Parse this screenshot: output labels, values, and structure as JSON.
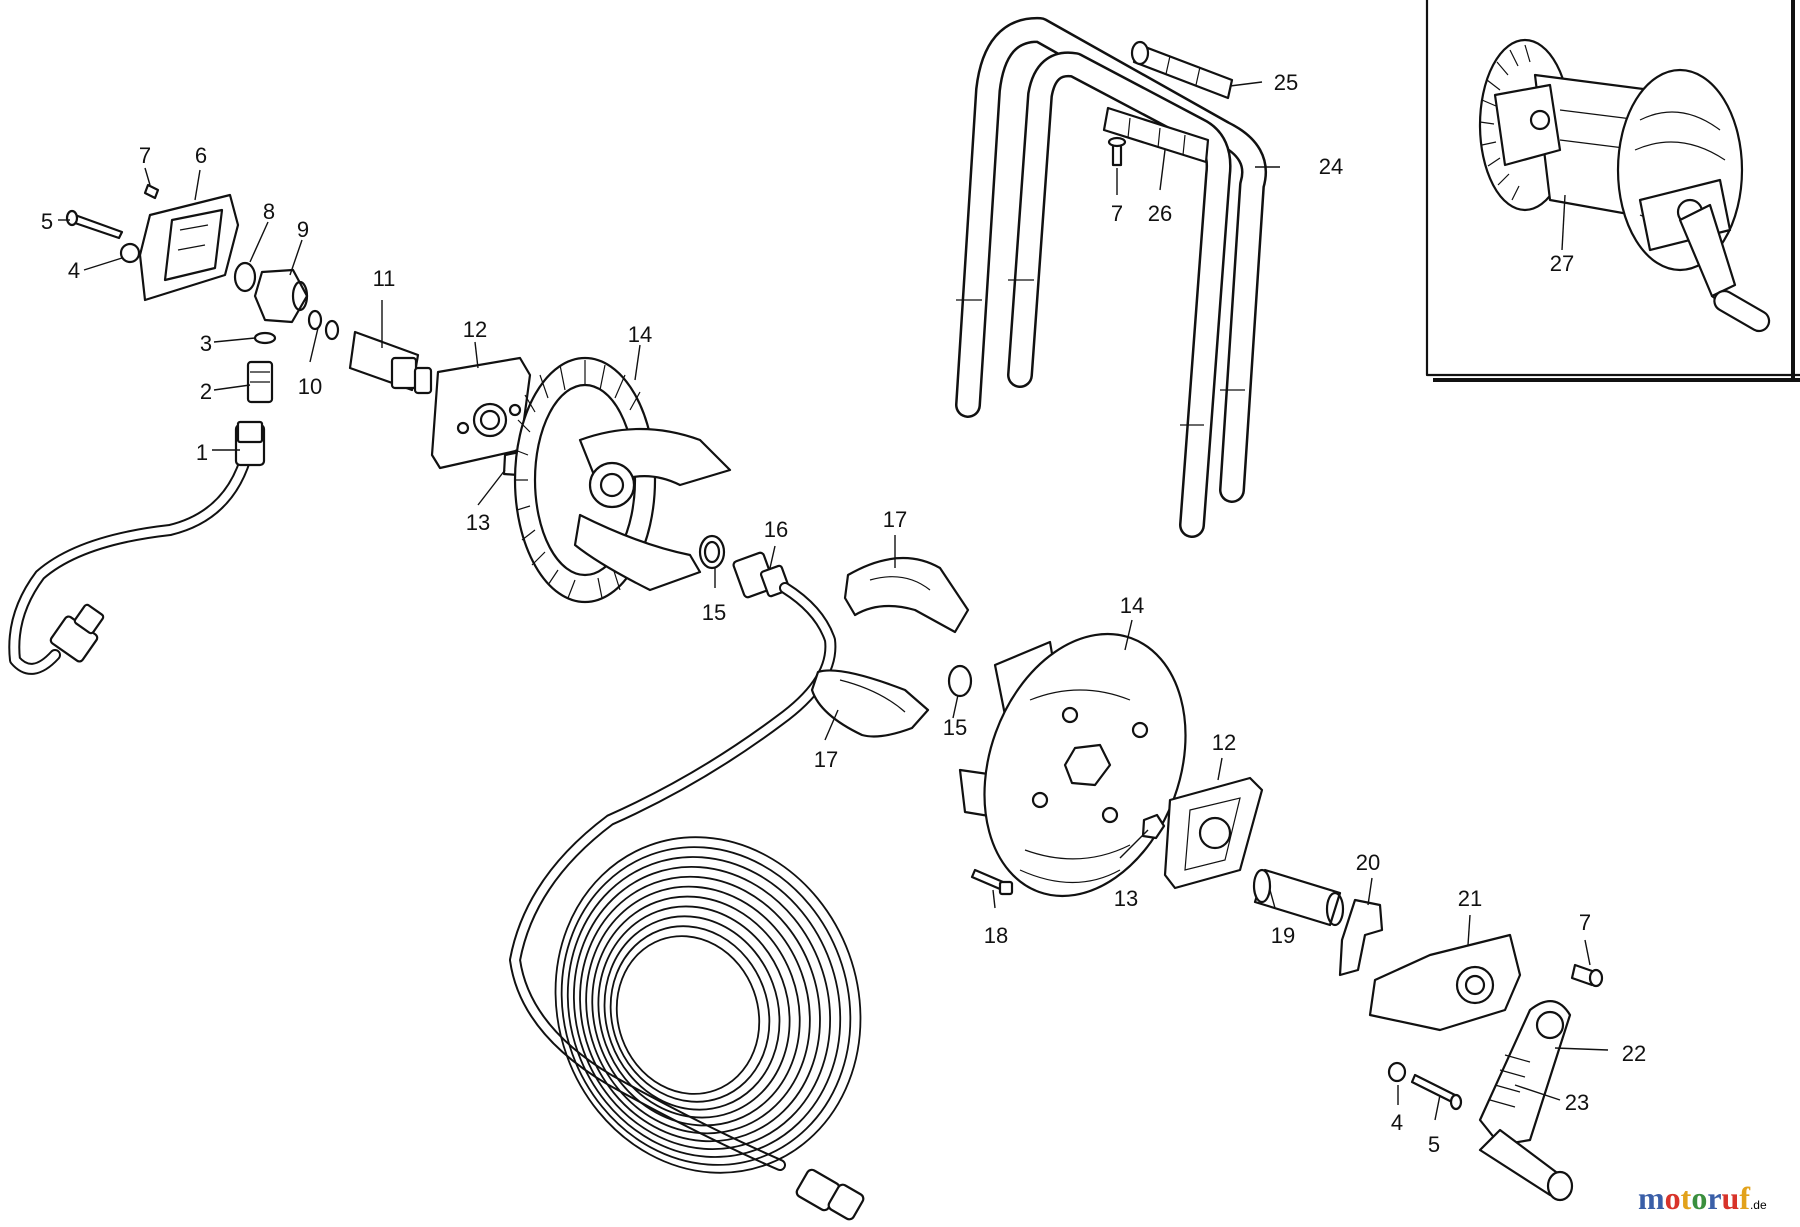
{
  "labels": [
    {
      "id": "p1",
      "text": "1"
    },
    {
      "id": "p2",
      "text": "2"
    },
    {
      "id": "p3",
      "text": "3"
    },
    {
      "id": "p4a",
      "text": "4"
    },
    {
      "id": "p5a",
      "text": "5"
    },
    {
      "id": "p6",
      "text": "6"
    },
    {
      "id": "p7a",
      "text": "7"
    },
    {
      "id": "p8",
      "text": "8"
    },
    {
      "id": "p9",
      "text": "9"
    },
    {
      "id": "p10",
      "text": "10"
    },
    {
      "id": "p11",
      "text": "11"
    },
    {
      "id": "p12a",
      "text": "12"
    },
    {
      "id": "p13a",
      "text": "13"
    },
    {
      "id": "p14a",
      "text": "14"
    },
    {
      "id": "p15a",
      "text": "15"
    },
    {
      "id": "p16",
      "text": "16"
    },
    {
      "id": "p17a",
      "text": "17"
    },
    {
      "id": "p17b",
      "text": "17"
    },
    {
      "id": "p14b",
      "text": "14"
    },
    {
      "id": "p15b",
      "text": "15"
    },
    {
      "id": "p12b",
      "text": "12"
    },
    {
      "id": "p13b",
      "text": "13"
    },
    {
      "id": "p18",
      "text": "18"
    },
    {
      "id": "p19",
      "text": "19"
    },
    {
      "id": "p20",
      "text": "20"
    },
    {
      "id": "p21",
      "text": "21"
    },
    {
      "id": "p7b",
      "text": "7"
    },
    {
      "id": "p22",
      "text": "22"
    },
    {
      "id": "p23",
      "text": "23"
    },
    {
      "id": "p4b",
      "text": "4"
    },
    {
      "id": "p5b",
      "text": "5"
    },
    {
      "id": "p24",
      "text": "24"
    },
    {
      "id": "p25",
      "text": "25"
    },
    {
      "id": "p26",
      "text": "26"
    },
    {
      "id": "p7c",
      "text": "7"
    },
    {
      "id": "p27",
      "text": "27"
    }
  ],
  "watermark": {
    "logo_text": "motoruf",
    "domain_suffix": ".de",
    "colors": {
      "m": "#3a5fa8",
      "o1": "#d8332a",
      "t": "#e2a21b",
      "o2": "#3a8f3e",
      "r": "#3a5fa8",
      "u": "#d8332a",
      "f": "#e2a21b"
    }
  }
}
